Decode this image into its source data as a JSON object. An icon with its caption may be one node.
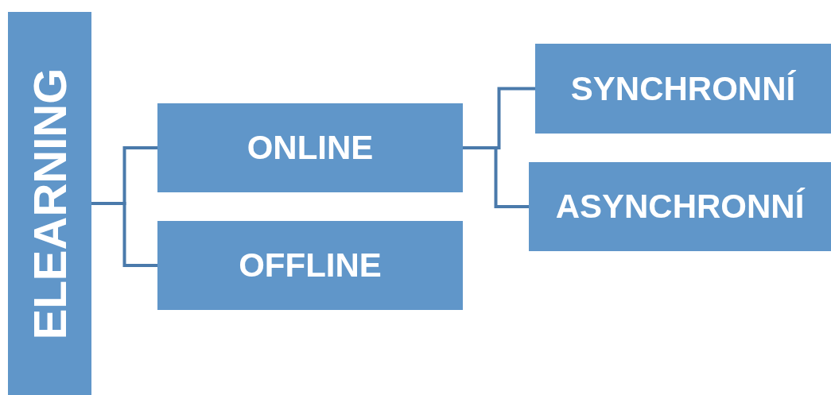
{
  "diagram": {
    "nodes": [
      {
        "text": [
          "ELEARNING"
        ]
      },
      {
        "text": [
          "ONLINE"
        ]
      },
      {
        "text": [
          "OFFLINE"
        ]
      },
      {
        "text": [
          "SYNCHRONNÍ"
        ]
      },
      {
        "text": [
          "ASYNCHRONNÍ"
        ]
      }
    ],
    "edges": [
      {
        "from": 0,
        "to": 1,
        "arrow": "none"
      },
      {
        "from": 0,
        "to": 2,
        "arrow": "none"
      },
      {
        "from": 1,
        "to": 3,
        "arrow": "none"
      },
      {
        "from": 1,
        "to": 4,
        "arrow": "none"
      }
    ]
  }
}
